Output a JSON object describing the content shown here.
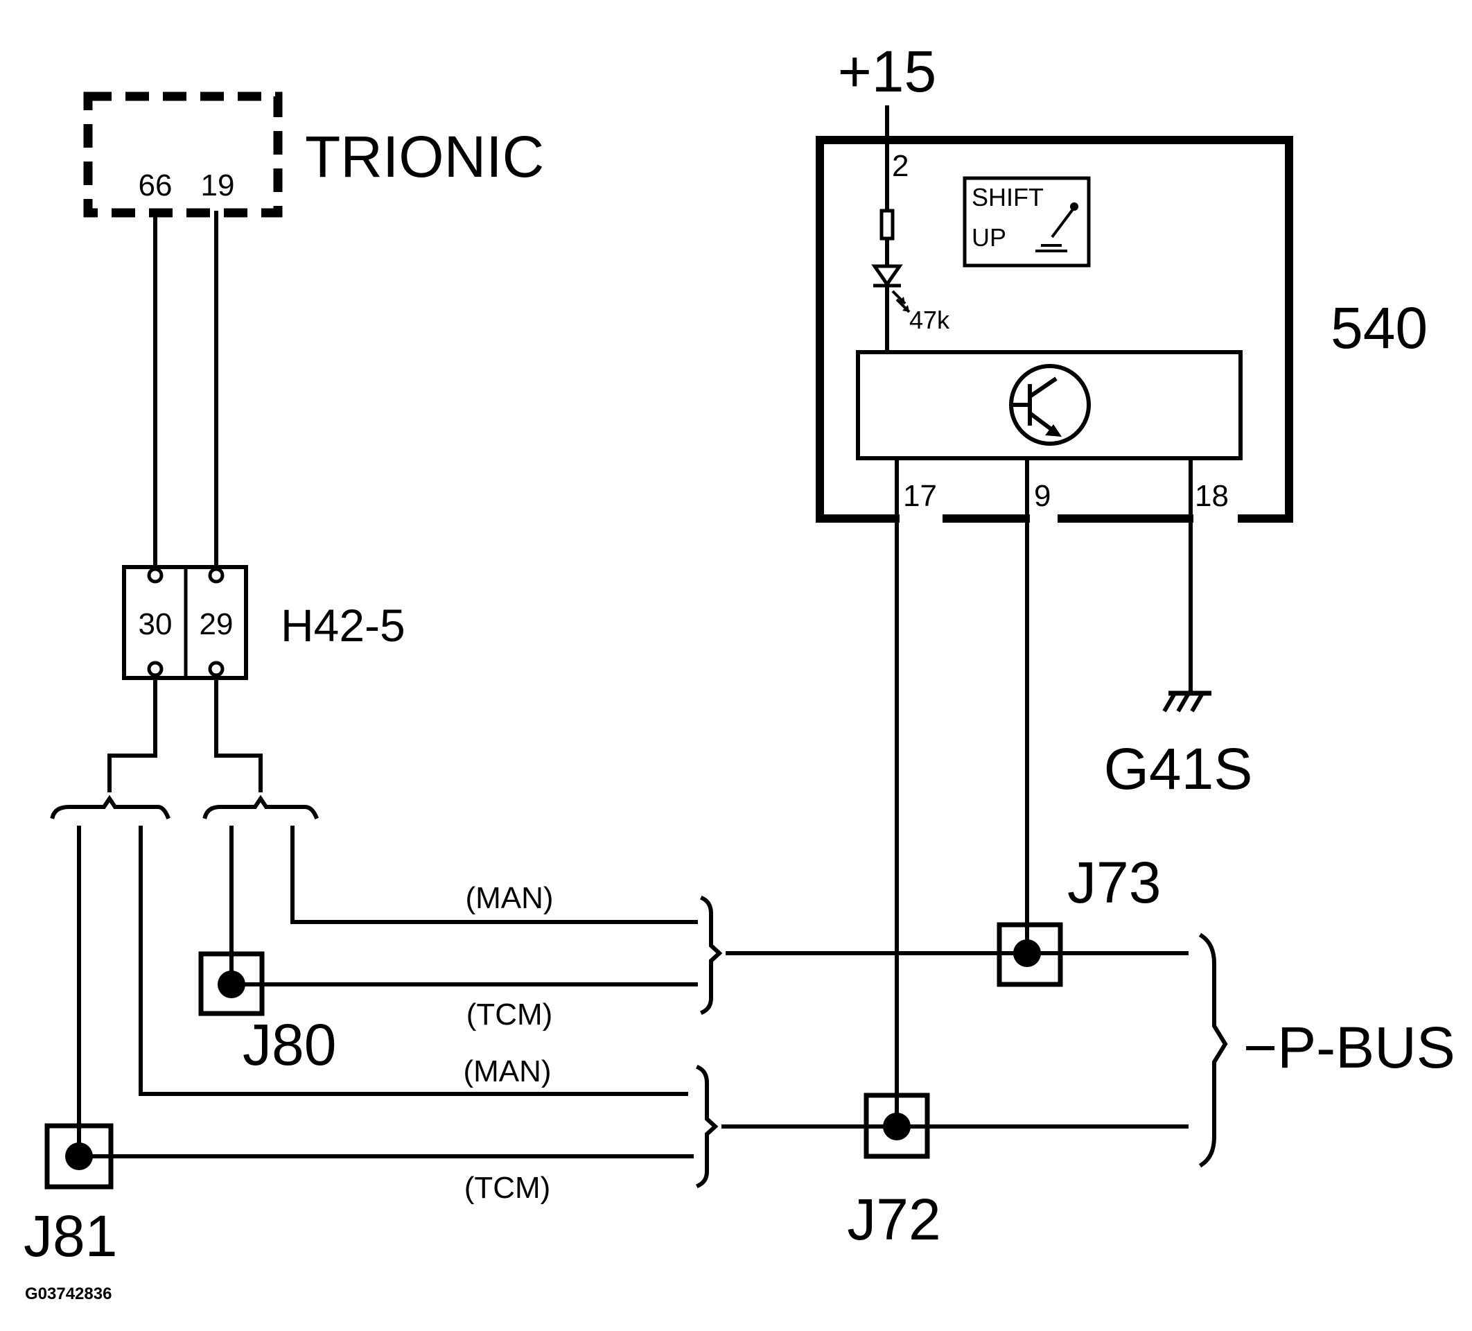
{
  "diagram": {
    "code": "G03742836",
    "colors": {
      "ink": "#000000",
      "paper": "#ffffff"
    },
    "components": {
      "trionic": {
        "label": "TRIONIC",
        "pins": [
          "66",
          "19"
        ]
      },
      "h42": {
        "label": "H42-5",
        "pins": [
          "30",
          "29"
        ]
      },
      "module540": {
        "label": "540",
        "supply": "+15",
        "pins": {
          "supply": "2",
          "left": "17",
          "middle": "9",
          "right": "18"
        },
        "resistor": "47k",
        "indicator": {
          "line1": "SHIFT",
          "line2": "UP"
        }
      },
      "ground": {
        "label": "G41S"
      }
    },
    "junctions": {
      "j73": "J73",
      "j80": "J80",
      "j72": "J72",
      "j81": "J81"
    },
    "wire_tags": {
      "man_upper": "(MAN)",
      "tcm_upper": "(TCM)",
      "man_lower": "(MAN)",
      "tcm_lower": "(TCM)"
    },
    "bus": {
      "label": "P-BUS"
    }
  }
}
